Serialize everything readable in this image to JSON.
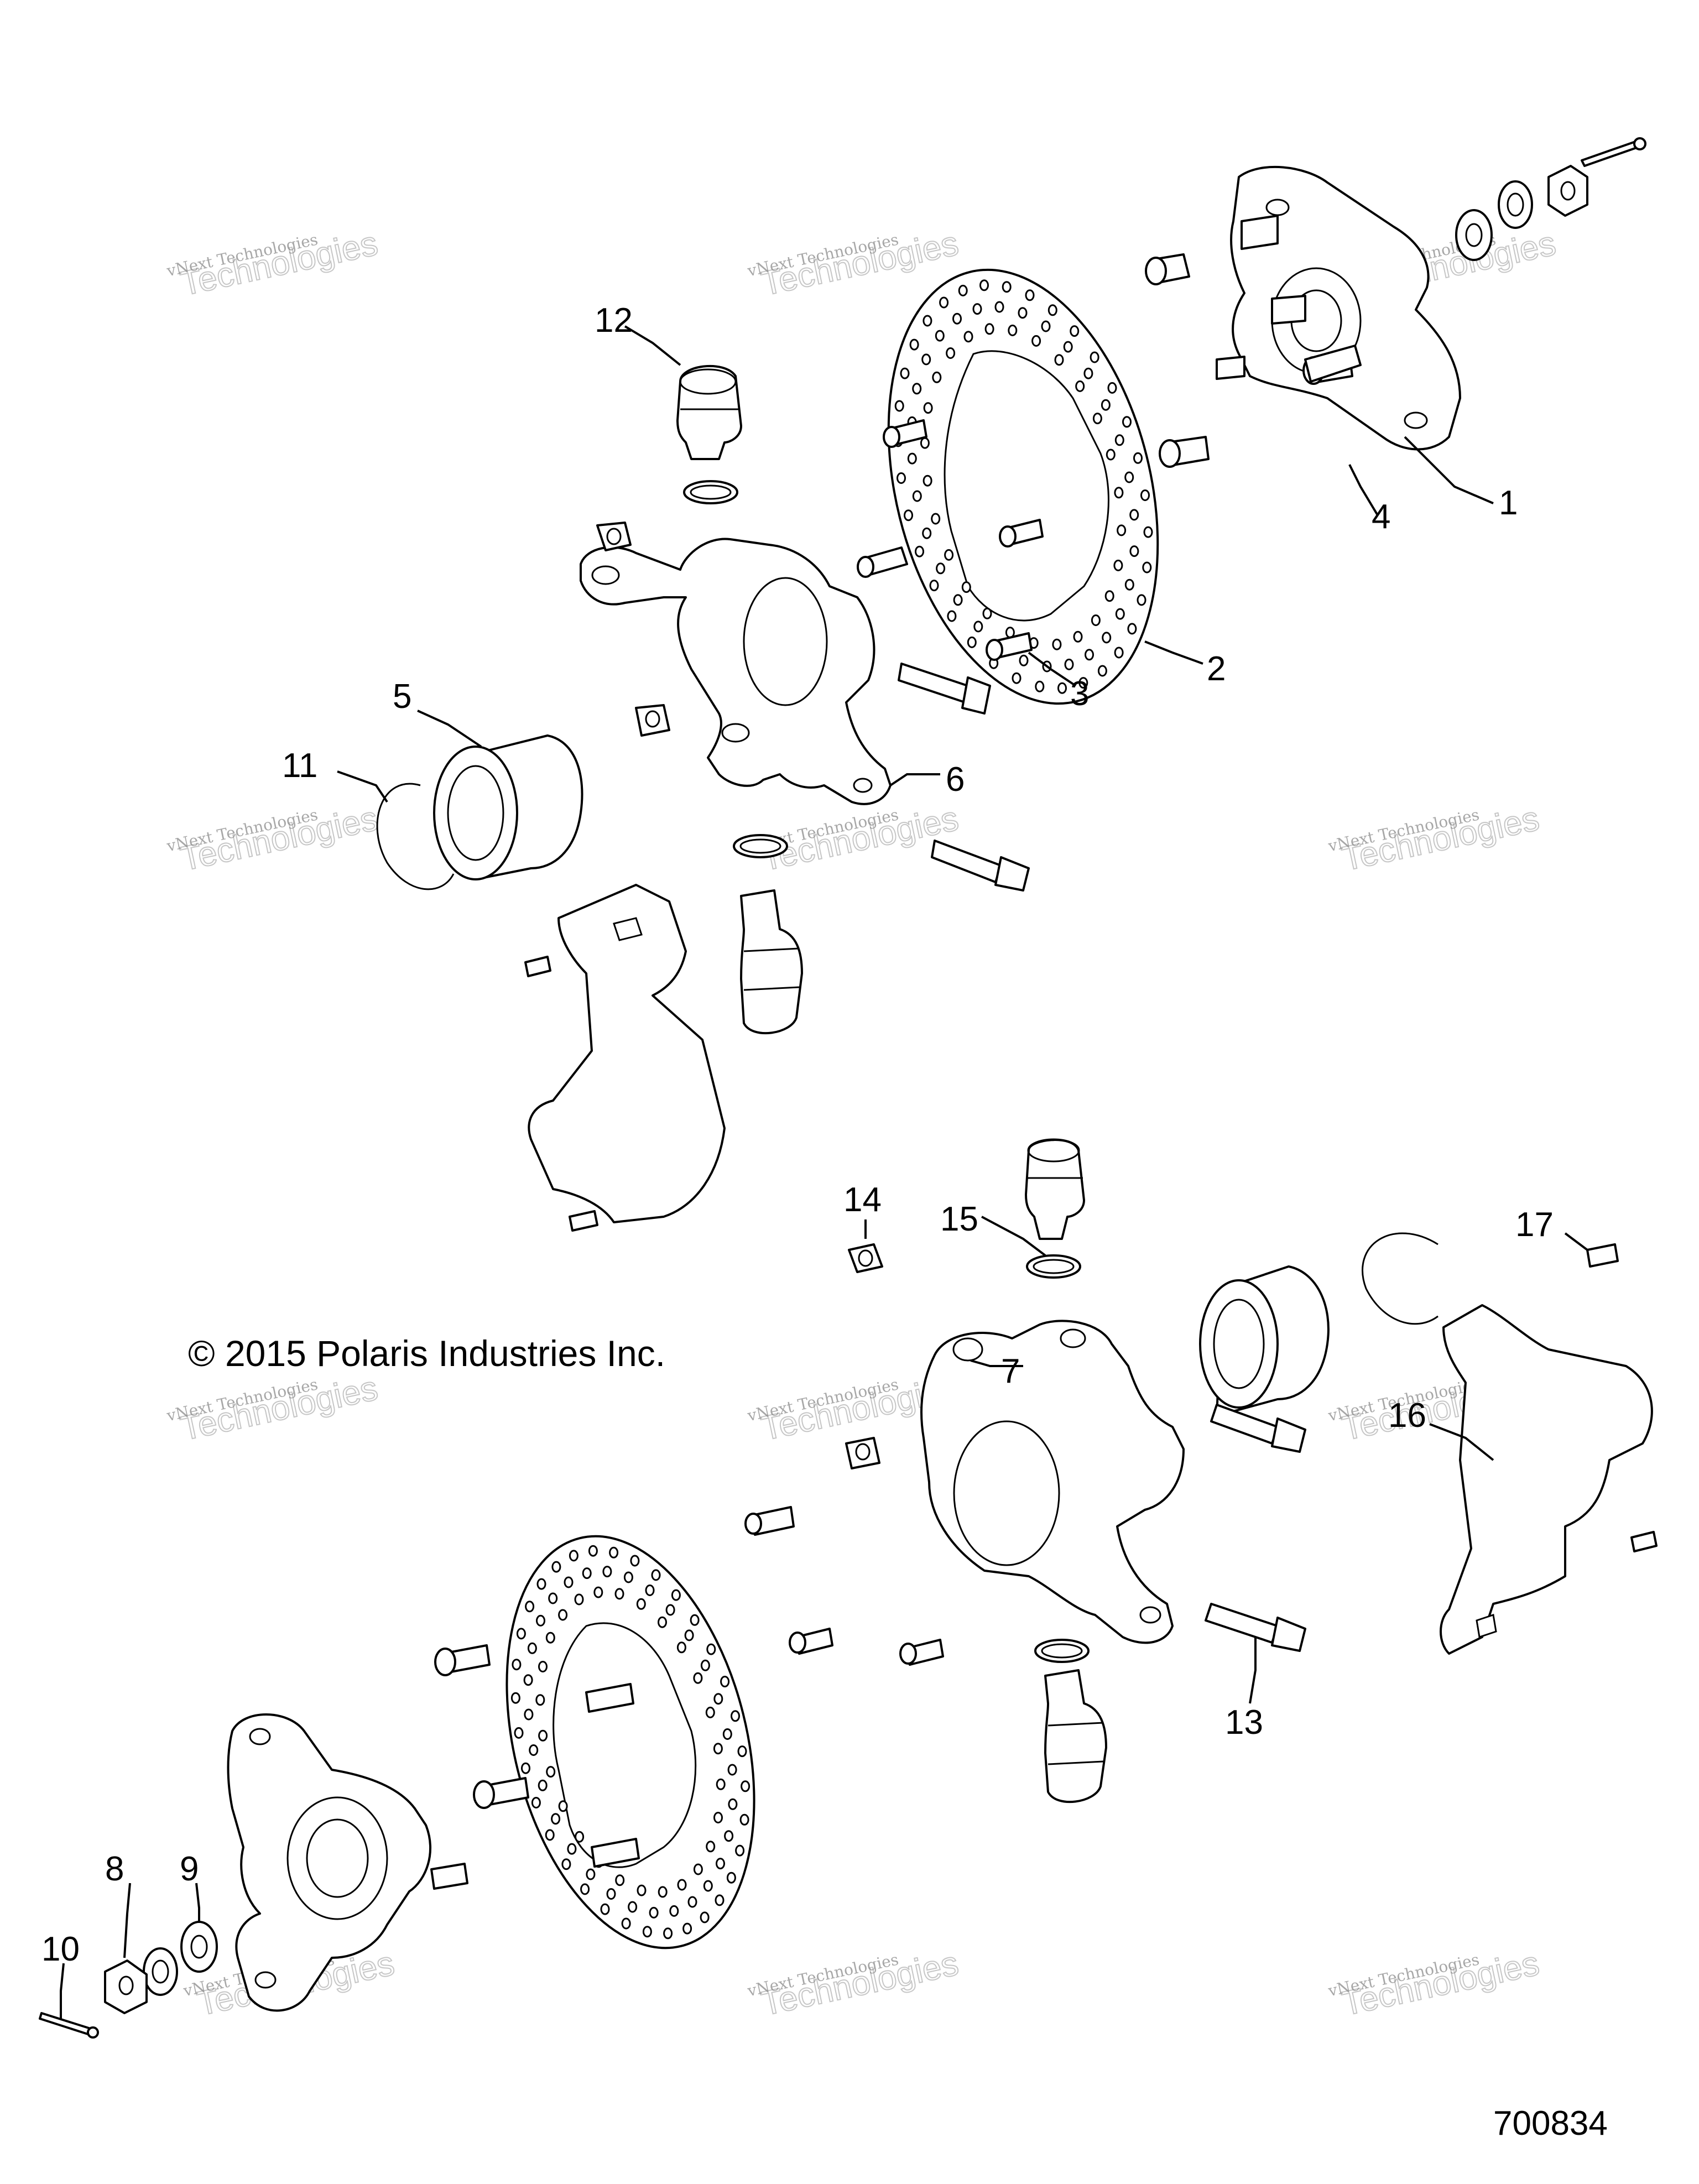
{
  "copyright": "© 2015 Polaris Industries Inc.",
  "document_number": "700834",
  "watermark": {
    "small_text": "vNext Technologies",
    "large_text": "Technologies"
  },
  "callouts": [
    "1",
    "2",
    "3",
    "4",
    "5",
    "6",
    "7",
    "8",
    "9",
    "10",
    "11",
    "12",
    "13",
    "14",
    "15",
    "16",
    "17"
  ]
}
